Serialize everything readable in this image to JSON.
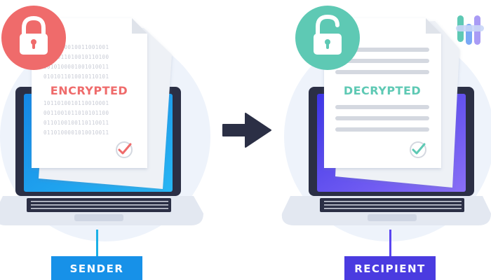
{
  "sender": {
    "label": "SENDER",
    "status_text": "ENCRYPTED",
    "binary_lines": [
      "1010010010011001001",
      "0101011010010110100",
      "1010100001001010011",
      "0101011010010110101",
      "1011010010110010001",
      "0011001011010101100",
      "0110100100110110011",
      "0110100001010010011"
    ],
    "lock_icon": "locked-padlock-icon",
    "check_icon": "checkmark-icon"
  },
  "recipient": {
    "label": "RECIPIENT",
    "status_text": "DECRYPTED",
    "lock_icon": "unlocked-padlock-icon",
    "check_icon": "checkmark-icon"
  },
  "arrow_icon": "right-arrow-icon",
  "brand_icon": "brand-logo-icon",
  "colors": {
    "encrypted_red": "#ef6b6b",
    "decrypted_teal": "#5ec9b4",
    "sender_screen": "#1a9bec",
    "recipient_screen": "#5a45f0",
    "sender_label_bg": "#1791e8",
    "recipient_label_bg": "#4a3be0",
    "bg_circle": "#eaf1fb"
  }
}
